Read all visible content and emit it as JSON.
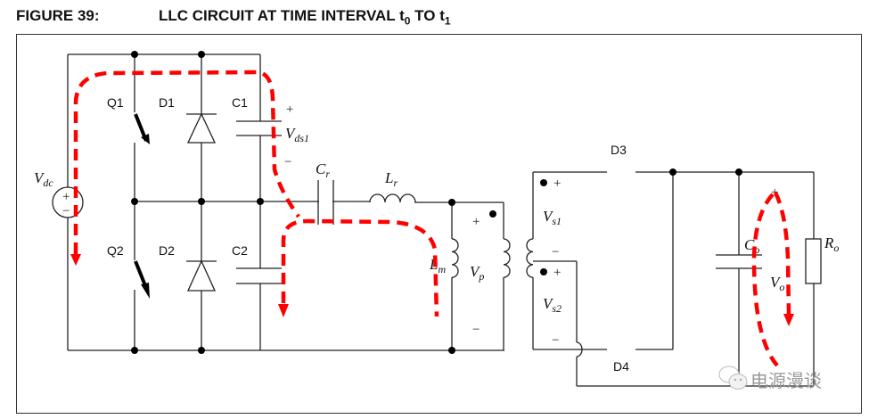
{
  "figure": {
    "number": "FIGURE 39:",
    "title_prefix": "LLC CIRCUIT AT TIME INTERVAL t",
    "title_sub1": "0",
    "title_mid": " TO t",
    "title_sub2": "1"
  },
  "components": {
    "vdc": {
      "label": "V",
      "sub": "dc",
      "plus": "+",
      "minus": "−"
    },
    "q1": "Q1",
    "q2": "Q2",
    "d1": "D1",
    "d2": "D2",
    "c1": "C1",
    "c2": "C2",
    "vds1": {
      "label": "V",
      "sub": "ds1",
      "plus": "+",
      "minus": "−"
    },
    "cr": {
      "label": "C",
      "sub": "r"
    },
    "lr": {
      "label": "L",
      "sub": "r"
    },
    "lm": {
      "label": "L",
      "sub": "m"
    },
    "vp": {
      "label": "V",
      "sub": "p",
      "plus": "+",
      "minus": "−"
    },
    "vs1": {
      "label": "V",
      "sub": "s1",
      "plus": "+",
      "minus": "−"
    },
    "vs2": {
      "label": "V",
      "sub": "s2",
      "plus": "+",
      "minus": "−"
    },
    "d3": "D3",
    "d4": "D4",
    "co": {
      "label": "C",
      "sub": "o"
    },
    "ro": {
      "label": "R",
      "sub": "o"
    },
    "vo": {
      "label": "V",
      "sub": "o",
      "plus": "+"
    }
  },
  "current_paths": [
    {
      "name": "primary-upper-loop",
      "color": "#ff0000",
      "style": "dashed"
    },
    {
      "name": "resonant-tank-path",
      "color": "#ff0000",
      "style": "dashed"
    },
    {
      "name": "output-loop",
      "color": "#ff0000",
      "style": "dashed"
    }
  ],
  "watermark": {
    "icon": "wechat-icon",
    "text": "电源漫谈"
  }
}
